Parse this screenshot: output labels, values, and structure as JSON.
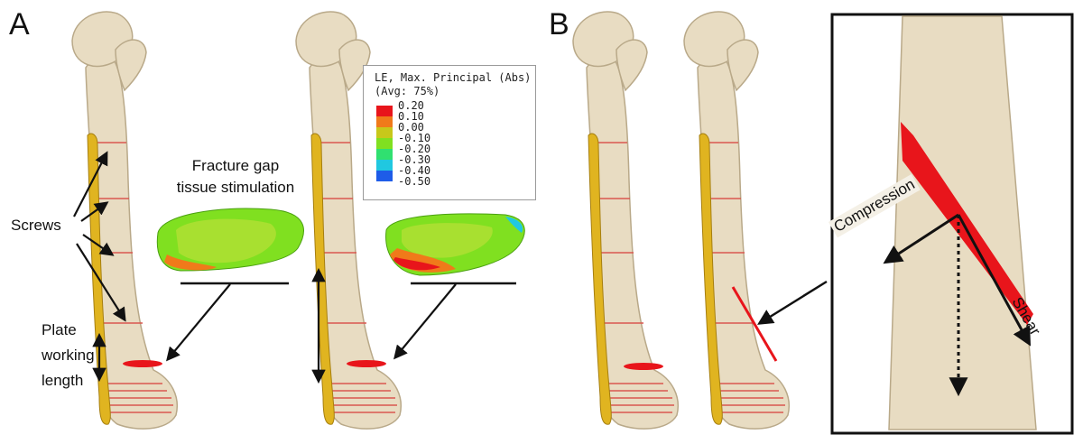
{
  "panels": {
    "a": "A",
    "b": "B"
  },
  "labels": {
    "screws": "Screws",
    "plate_line1": "Plate",
    "plate_line2": "working",
    "plate_line3": "length",
    "fracture_line1": "Fracture gap",
    "fracture_line2": "tissue stimulation",
    "compression": "Compression",
    "shear": "Shear"
  },
  "legend": {
    "title_line1": "LE, Max. Principal (Abs)",
    "title_line2": "(Avg: 75%)",
    "entries": [
      {
        "value": "0.20",
        "color": "#e8151b"
      },
      {
        "value": "0.10",
        "color": "#f07a1a"
      },
      {
        "value": "0.00",
        "color": "#c8c81a"
      },
      {
        "value": "-0.10",
        "color": "#80e020"
      },
      {
        "value": "-0.20",
        "color": "#30e070"
      },
      {
        "value": "-0.30",
        "color": "#20c8e0"
      },
      {
        "value": "-0.40",
        "color": "#1e5ce8"
      },
      {
        "value": "-0.50",
        "color": "#1414c8"
      }
    ]
  },
  "colors": {
    "bone": "#e8dcc2",
    "bone_edge": "#b9a989",
    "plate": "#e0b420",
    "fracture": "#e8151b",
    "screw": "#d9574f",
    "stim_green": "#80e020",
    "stim_light": "#a8e030"
  }
}
